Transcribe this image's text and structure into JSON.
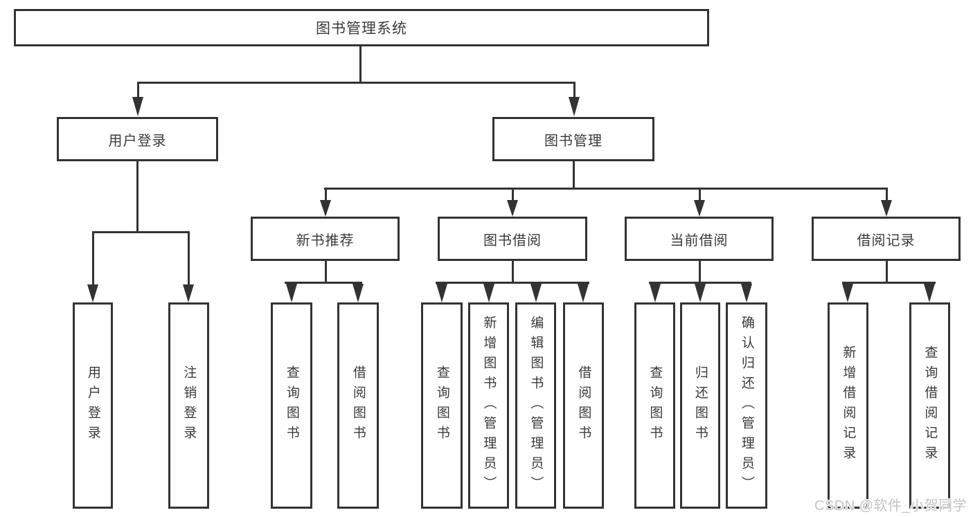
{
  "tree": {
    "label": "图书管理系统",
    "children": [
      {
        "label": "用户登录",
        "children": [
          {
            "label": "用户登录"
          },
          {
            "label": "注销登录"
          }
        ]
      },
      {
        "label": "图书管理",
        "children": [
          {
            "label": "新书推荐",
            "children": [
              {
                "label": "查询图书"
              },
              {
                "label": "借阅图书"
              }
            ]
          },
          {
            "label": "图书借阅",
            "children": [
              {
                "label": "查询图书"
              },
              {
                "label": "新增图书（管理员）"
              },
              {
                "label": "编辑图书（管理员）"
              },
              {
                "label": "借阅图书"
              }
            ]
          },
          {
            "label": "当前借阅",
            "children": [
              {
                "label": "查询图书"
              },
              {
                "label": "归还图书"
              },
              {
                "label": "确认归还（管理员）"
              }
            ]
          },
          {
            "label": "借阅记录",
            "children": [
              {
                "label": "新增借阅记录"
              },
              {
                "label": "查询借阅记录"
              }
            ]
          }
        ]
      }
    ]
  },
  "watermark": {
    "text": "CSDN @软件_小贺同学"
  },
  "colors": {
    "line": "#333333",
    "text": "#3a3a3a",
    "background": "#ffffff",
    "watermark": "#c3c3c3"
  }
}
